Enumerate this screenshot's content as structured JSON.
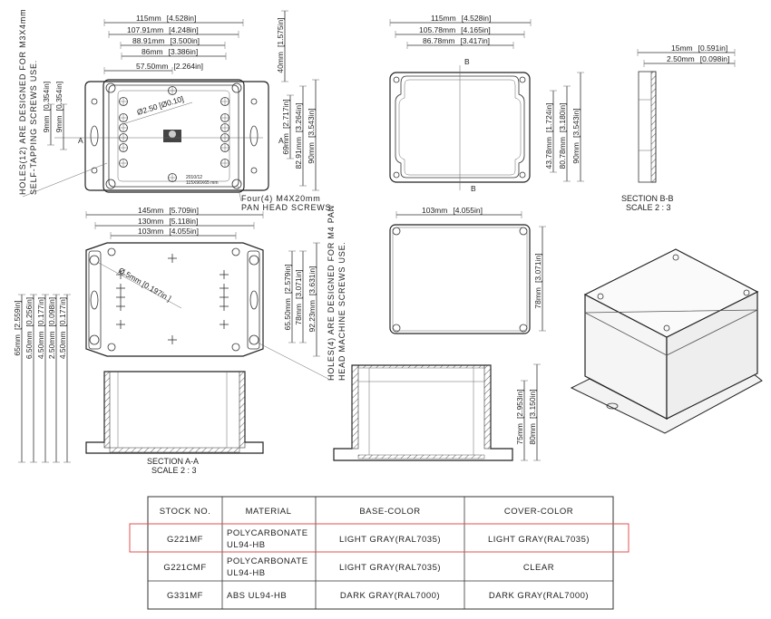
{
  "top_view": {
    "holes_note": [
      "HOLES(12) ARE DESIGNED FOR M3X4mm",
      "SELF-TAPPING SCREWS USE."
    ],
    "h_dims": [
      {
        "mm": "115mm",
        "in": "[4.528in]"
      },
      {
        "mm": "107.91mm",
        "in": "[4.248in]"
      },
      {
        "mm": "88.91mm",
        "in": "[3.500in]"
      },
      {
        "mm": "86mm",
        "in": "[3.386in]"
      },
      {
        "mm": "57.50mm",
        "in": "[2.264in]"
      }
    ],
    "v_dims": [
      {
        "mm": "40mm",
        "in": "[1.575in]"
      },
      {
        "mm": "69mm",
        "in": "[2.717in]"
      },
      {
        "mm": "82.91mm",
        "in": "[3.264in]"
      },
      {
        "mm": "90mm",
        "in": "[3.543in]"
      },
      {
        "mm": "9mm",
        "in": "[0.354in]"
      },
      {
        "mm": "9mm",
        "in": "[0.354in]"
      }
    ],
    "hole_dia": "Ø2.50 [Ø0.10]",
    "screw_note": [
      "Four(4) M4X20mm",
      "PAN HEAD SCREWS."
    ],
    "section_mark": "A",
    "label_text": [
      "2010/12",
      "115X90X65 mm"
    ]
  },
  "cover_inside": {
    "h_dims": [
      {
        "mm": "115mm",
        "in": "[4.528in]"
      },
      {
        "mm": "105.78mm",
        "in": "[4.165in]"
      },
      {
        "mm": "86.78mm",
        "in": "[3.417in]"
      }
    ],
    "v_dims": [
      {
        "mm": "43.78mm",
        "in": "[1.724in]"
      },
      {
        "mm": "80.78mm",
        "in": "[3.180in]"
      },
      {
        "mm": "90mm",
        "in": "[3.543in]"
      }
    ],
    "section_mark": "B"
  },
  "section_bb": {
    "h_dims": [
      {
        "mm": "15mm",
        "in": "[0.591in]"
      },
      {
        "mm": "2.50mm",
        "in": "[0.098in]"
      }
    ],
    "title": "SECTION B-B",
    "scale": "SCALE 2 : 3"
  },
  "bottom_view": {
    "h_dims": [
      {
        "mm": "145mm",
        "in": "[5.709in]"
      },
      {
        "mm": "130mm",
        "in": "[5.118in]"
      },
      {
        "mm": "103mm",
        "in": "[4.055in]"
      }
    ],
    "v_dims": [
      {
        "mm": "65.50mm",
        "in": "[2.579in]"
      },
      {
        "mm": "78mm",
        "in": "[3.071in]"
      },
      {
        "mm": "92.23mm",
        "in": "[3.631in]"
      }
    ],
    "hole_dia": "Ø 5mm [0.197in ]",
    "holes_note": [
      "HOLES(4) ARE DESIGNED FOR M4 PAN",
      "HEAD MACHINE SCREWS USE."
    ]
  },
  "section_aa": {
    "v_dims": [
      {
        "mm": "65mm",
        "in": "[2.559in]"
      },
      {
        "mm": "6.50mm",
        "in": "[0.256in]"
      },
      {
        "mm": "4.50mm",
        "in": "[0.177in]"
      },
      {
        "mm": "2.50mm",
        "in": "[0.098in]"
      },
      {
        "mm": "4.50mm",
        "in": "[0.177in]"
      }
    ],
    "title": "SECTION A-A",
    "scale": "SCALE 2 : 3"
  },
  "lid_view": {
    "h_dims": [
      {
        "mm": "103mm",
        "in": "[4.055in]"
      }
    ],
    "v_dims": [
      {
        "mm": "78mm",
        "in": "[3.071in]"
      }
    ]
  },
  "side_section": {
    "v_dims": [
      {
        "mm": "75mm",
        "in": "[2.953in]"
      },
      {
        "mm": "80mm",
        "in": "[3.150in]"
      }
    ]
  },
  "table": {
    "headers": [
      "STOCK NO.",
      "MATERIAL",
      "BASE-COLOR",
      "COVER-COLOR"
    ],
    "rows": [
      {
        "stock": "G221MF",
        "material": [
          "POLYCARBONATE",
          "UL94-HB"
        ],
        "base": "LIGHT GRAY(RAL7035)",
        "cover": "LIGHT GRAY(RAL7035)",
        "highlighted": true
      },
      {
        "stock": "G221CMF",
        "material": [
          "POLYCARBONATE",
          "UL94-HB"
        ],
        "base": "LIGHT GRAY(RAL7035)",
        "cover": "CLEAR",
        "highlighted": false
      },
      {
        "stock": "G331MF",
        "material": [
          "ABS UL94-HB"
        ],
        "base": "DARK GRAY(RAL7000)",
        "cover": "DARK GRAY(RAL7000)",
        "highlighted": false
      }
    ],
    "highlight_color": "#e05050"
  }
}
